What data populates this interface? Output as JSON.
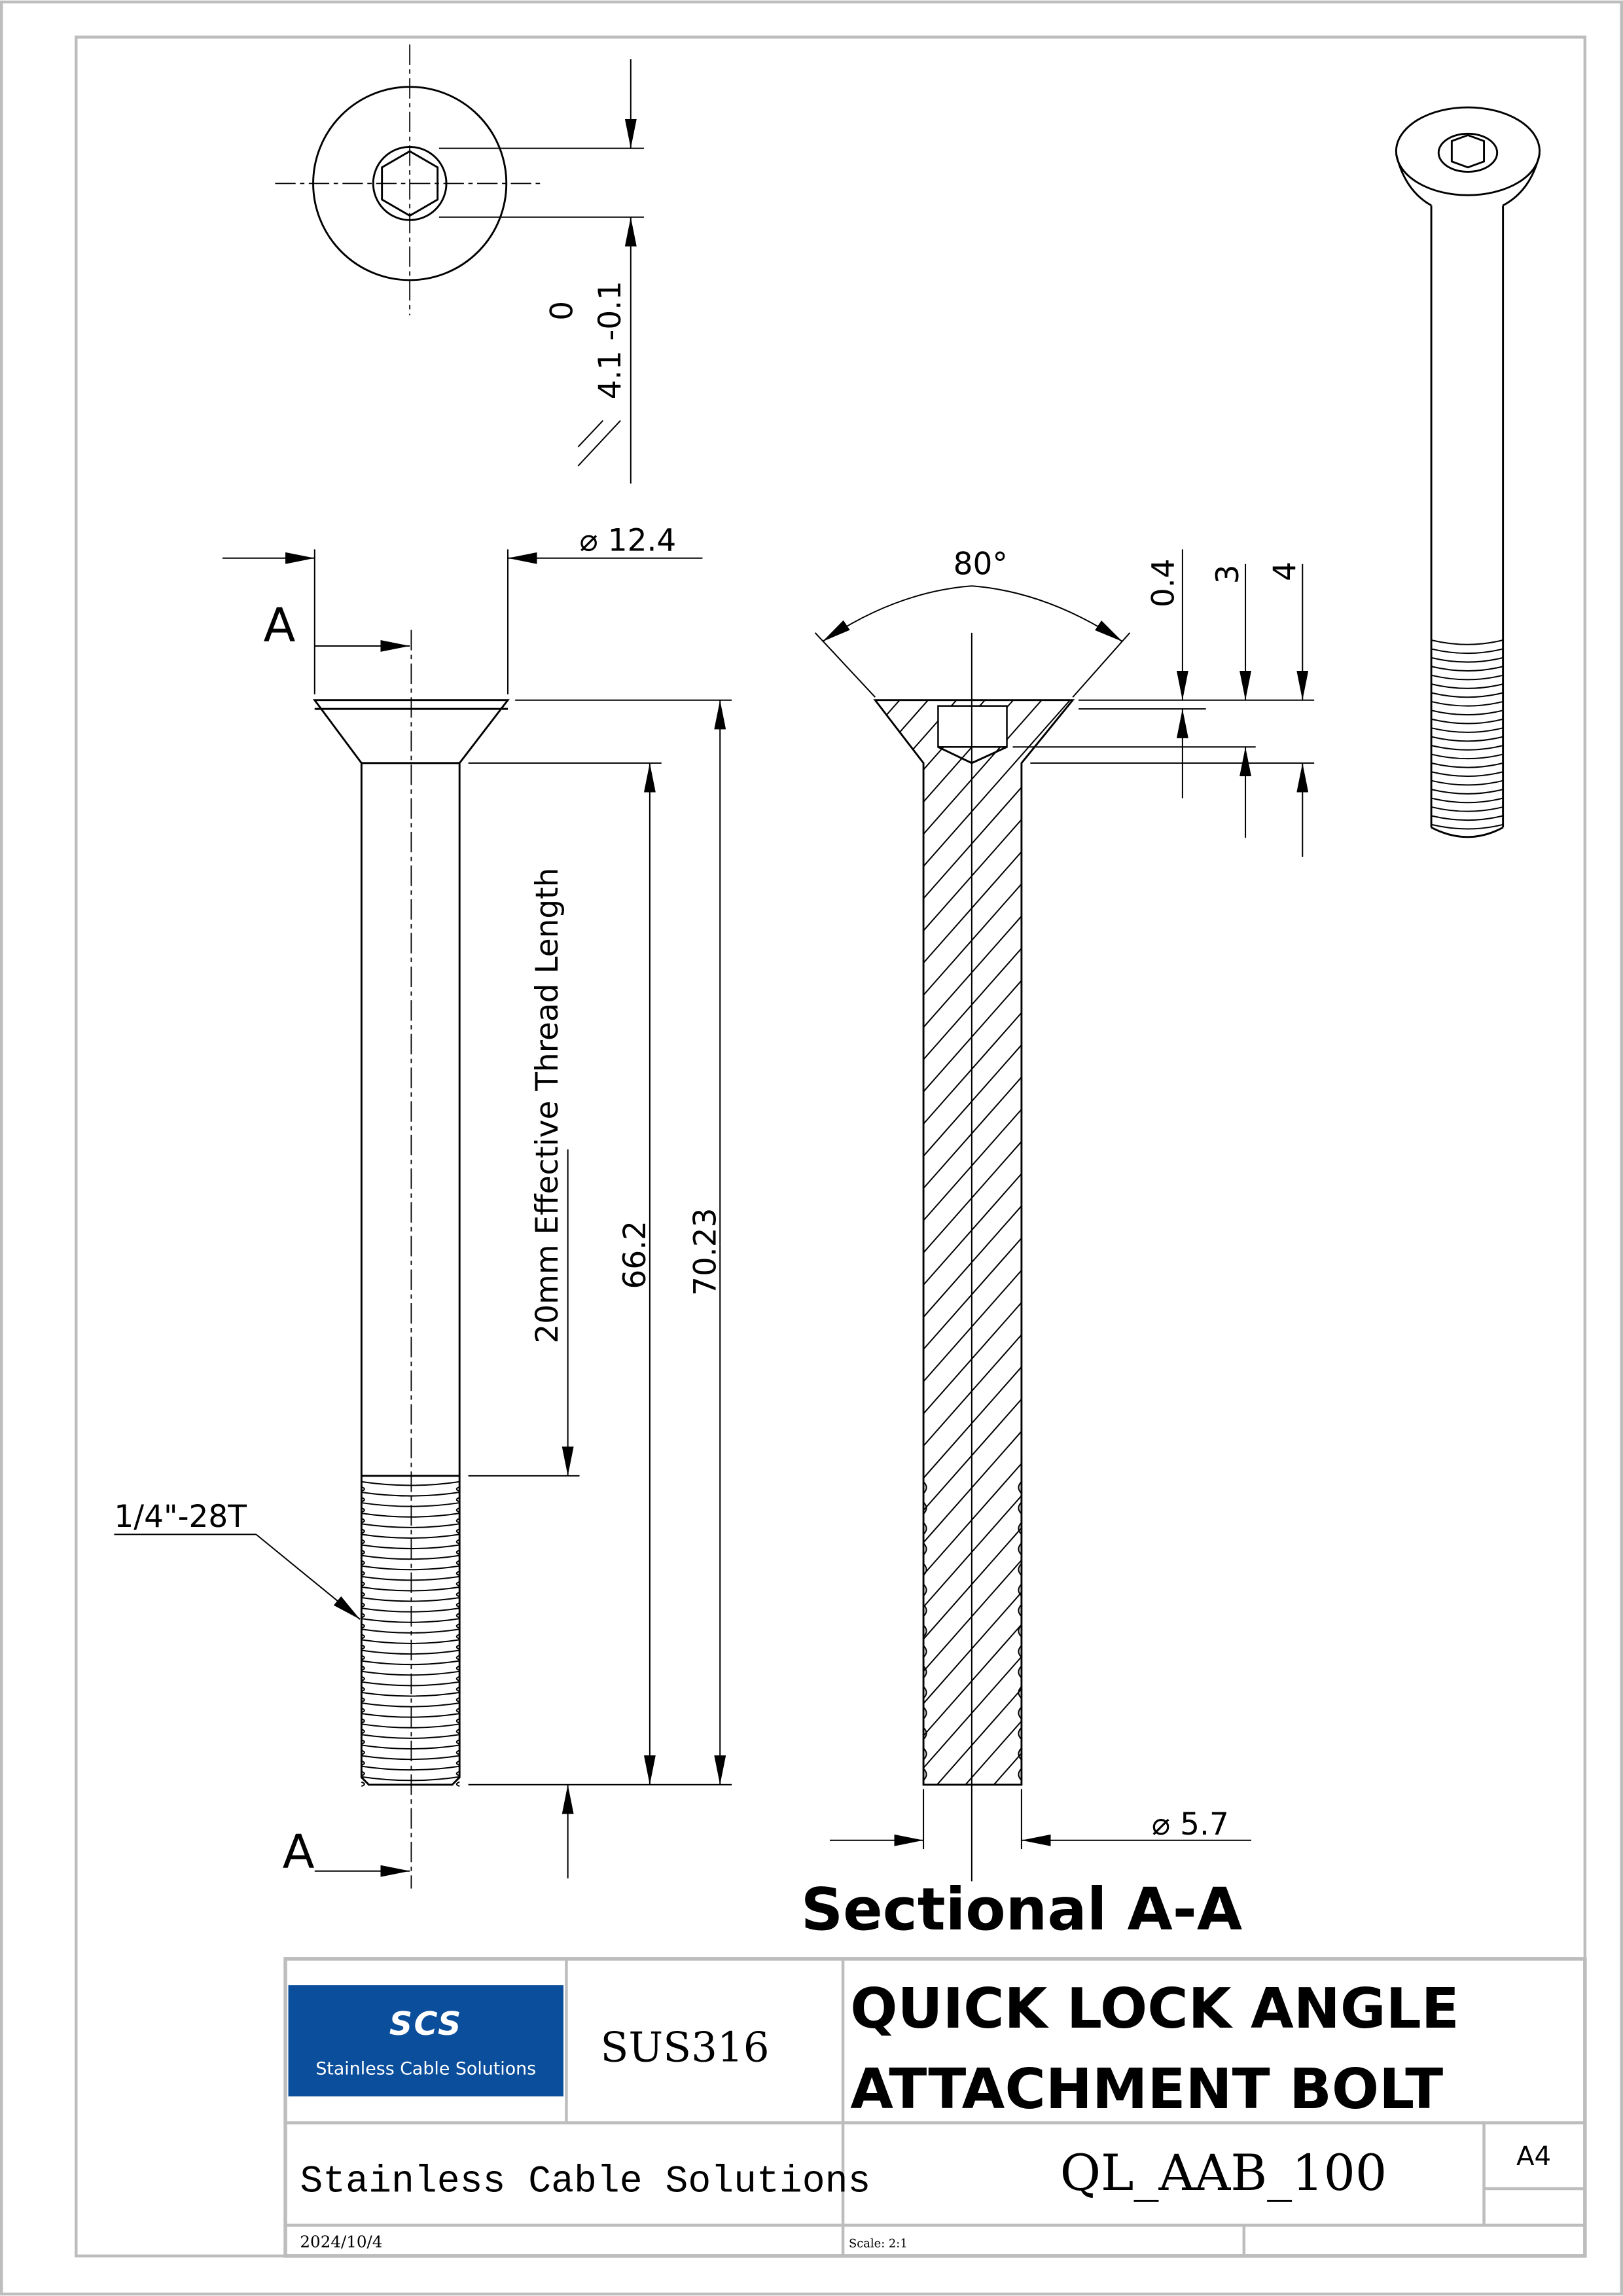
{
  "drawing": {
    "top_view": {
      "tolerance_upper": "0",
      "tolerance_value": "4.1 -0.1"
    },
    "front_view": {
      "head_diameter": "12.4",
      "section_label_top": "A",
      "section_label_bottom": "A",
      "shank_length": "66.2",
      "overall_length": "70.23",
      "thread_note": "20mm Effective Thread Length",
      "thread_spec": "1/4\"-28T"
    },
    "section_view": {
      "angle": "80°",
      "dim_small": "0.4",
      "dim_mid": "3",
      "dim_large": "4",
      "shank_diameter": "5.7",
      "caption": "Sectional A-A"
    },
    "diameter_symbol": "⌀"
  },
  "title_block": {
    "logo_mark": "SCS",
    "logo_text": "Stainless Cable Solutions",
    "logo_color": "#0b4f9c",
    "material": "SUS316",
    "title_line1": "QUICK LOCK ANGLE",
    "title_line2": "ATTACHMENT BOLT",
    "company": "Stainless Cable Solutions",
    "part_number": "QL_AAB_100",
    "sheet_size": "A4",
    "date": "2024/10/4",
    "scale": "Scale: 2:1"
  }
}
